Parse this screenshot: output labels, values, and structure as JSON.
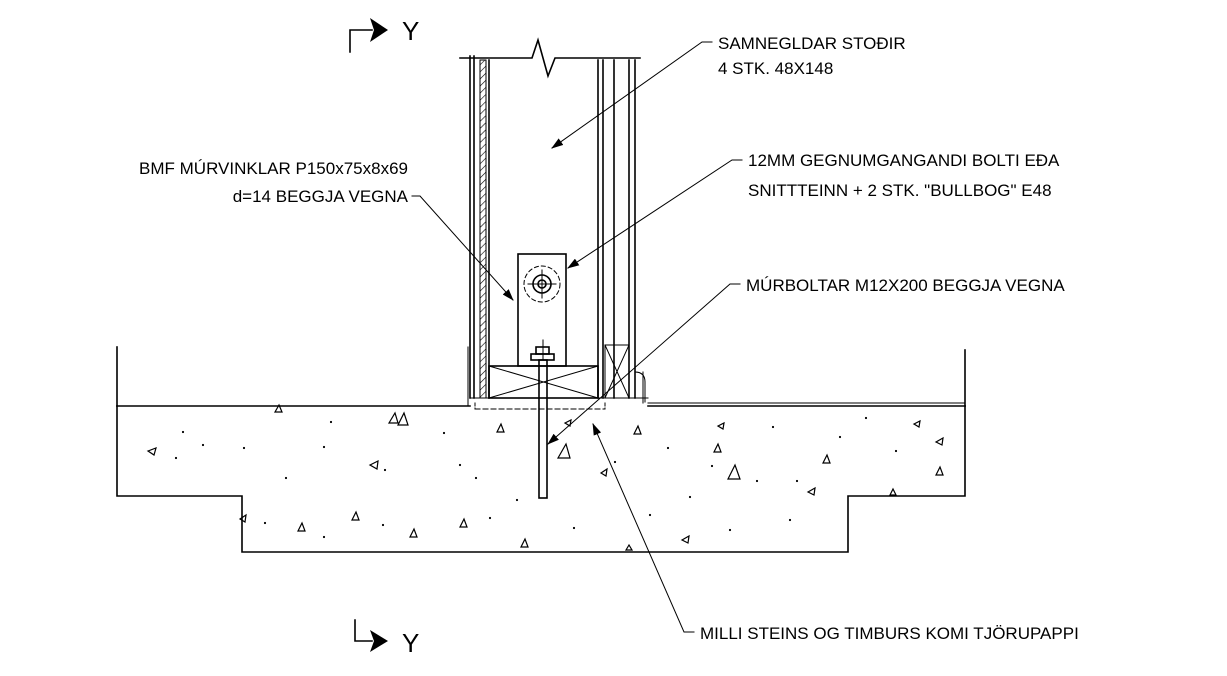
{
  "section_marks": {
    "top": "Y",
    "bottom": "Y"
  },
  "labels": {
    "studs_line1": "SAMNEGLDAR STOÐIR",
    "studs_line2": "4 STK. 48X148",
    "angle_line1": "BMF MÚRVINKLAR P150x75x8x69",
    "angle_line2": "d=14 BEGGJA VEGNA",
    "bolt_line1": "12MM GEGNUMGANGANDI BOLTI EÐA",
    "bolt_line2": "SNITTTEINN + 2 STK. \"BULLBOG\" E48",
    "anchor_line1": "MÚRBOLTAR M12X200 BEGGJA VEGNA",
    "tar_paper_line1": "MILLI STEINS OG TIMBURS KOMI TJÖRUPAPPI"
  }
}
